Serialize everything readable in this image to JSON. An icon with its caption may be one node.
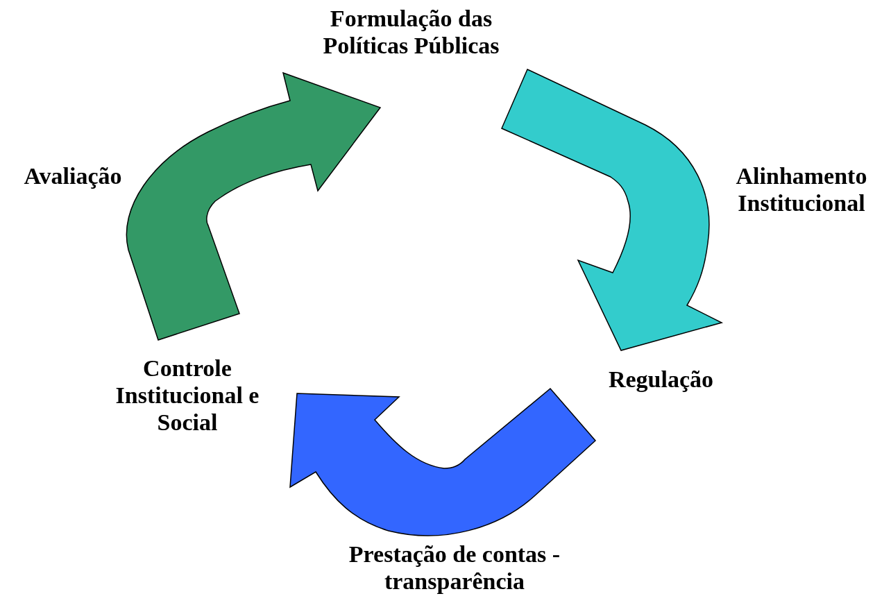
{
  "diagram": {
    "nodes": [
      {
        "text": [
          "Formulação das Políticas Públicas"
        ]
      },
      {
        "text": [
          "Regulação"
        ]
      },
      {
        "text": [
          "Controle Institucional e Social"
        ]
      }
    ],
    "edges": [
      {
        "from": 0,
        "to": 1,
        "arrow": "to",
        "style": "thick",
        "color": "#33cccc"
      },
      {
        "from": 1,
        "to": 2,
        "arrow": "to",
        "style": "thick",
        "color": "#3366ff"
      },
      {
        "from": 2,
        "to": 0,
        "arrow": "to",
        "style": "thick",
        "color": "#339966"
      }
    ],
    "labels": [
      "Avaliação",
      "Alinhamento Institucional",
      "Prestação de contas - transparência"
    ]
  }
}
